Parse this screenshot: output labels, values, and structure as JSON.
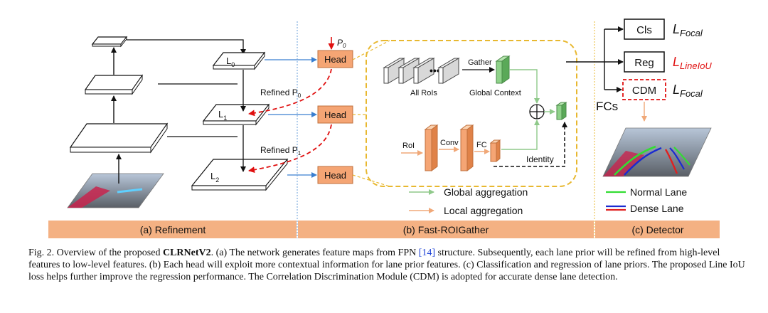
{
  "refinement": {
    "p0": "P",
    "p0_sub": "0",
    "l0": "L",
    "l0_sub": "0",
    "l1": "L",
    "l1_sub": "1",
    "l2": "L",
    "l2_sub": "2",
    "refined_p0": "Refined P",
    "refined_p0_sub": "0",
    "refined_p1": "Refined P",
    "refined_p1_sub": "1",
    "head": "Head"
  },
  "gather": {
    "all_rois": "All RoIs",
    "gather": "Gather",
    "global_context": "Global Context",
    "roi": "RoI",
    "conv": "Conv",
    "fc": "FC",
    "identity": "Identity",
    "dots": "•••",
    "legend_global": "Global aggregation",
    "legend_local": "Local aggregation",
    "colors": {
      "global": "#8fc98a",
      "local": "#f0a878",
      "orange": "#f5a574",
      "green": "#7fc97a",
      "dash_yellow": "#e8b830"
    }
  },
  "detector": {
    "fcs": "FCs",
    "cls": "Cls",
    "reg": "Reg",
    "cdm": "CDM",
    "loss_main": "L",
    "focal": "Focal",
    "lineiou": "LineIoU",
    "legend_normal": "Normal Lane",
    "legend_dense": "Dense Lane",
    "colors": {
      "normal": "#33dd33",
      "dense_blue": "#1a2ad0",
      "dense_red": "#e02020",
      "red_text": "#e01010"
    }
  },
  "bars": {
    "a": "(a) Refinement",
    "b": "(b) Fast-ROIGather",
    "c": "(c) Detector",
    "color": "#f4b183"
  },
  "caption": {
    "p1": "Fig. 2.     Overview of the proposed ",
    "bold": "CLRNetV2",
    "p2": ". (a) The network generates feature maps from FPN ",
    "ref": "[14]",
    "p3": " structure. Subsequently, each lane prior will be refined from high-level features to low-level features. (b) Each head will exploit more contextual information for lane prior features. (c) Classification and regression of lane priors. The proposed Line IoU loss helps further improve the regression performance. The Correlation Discrimination Module (CDM) is adopted for accurate dense lane detection."
  }
}
